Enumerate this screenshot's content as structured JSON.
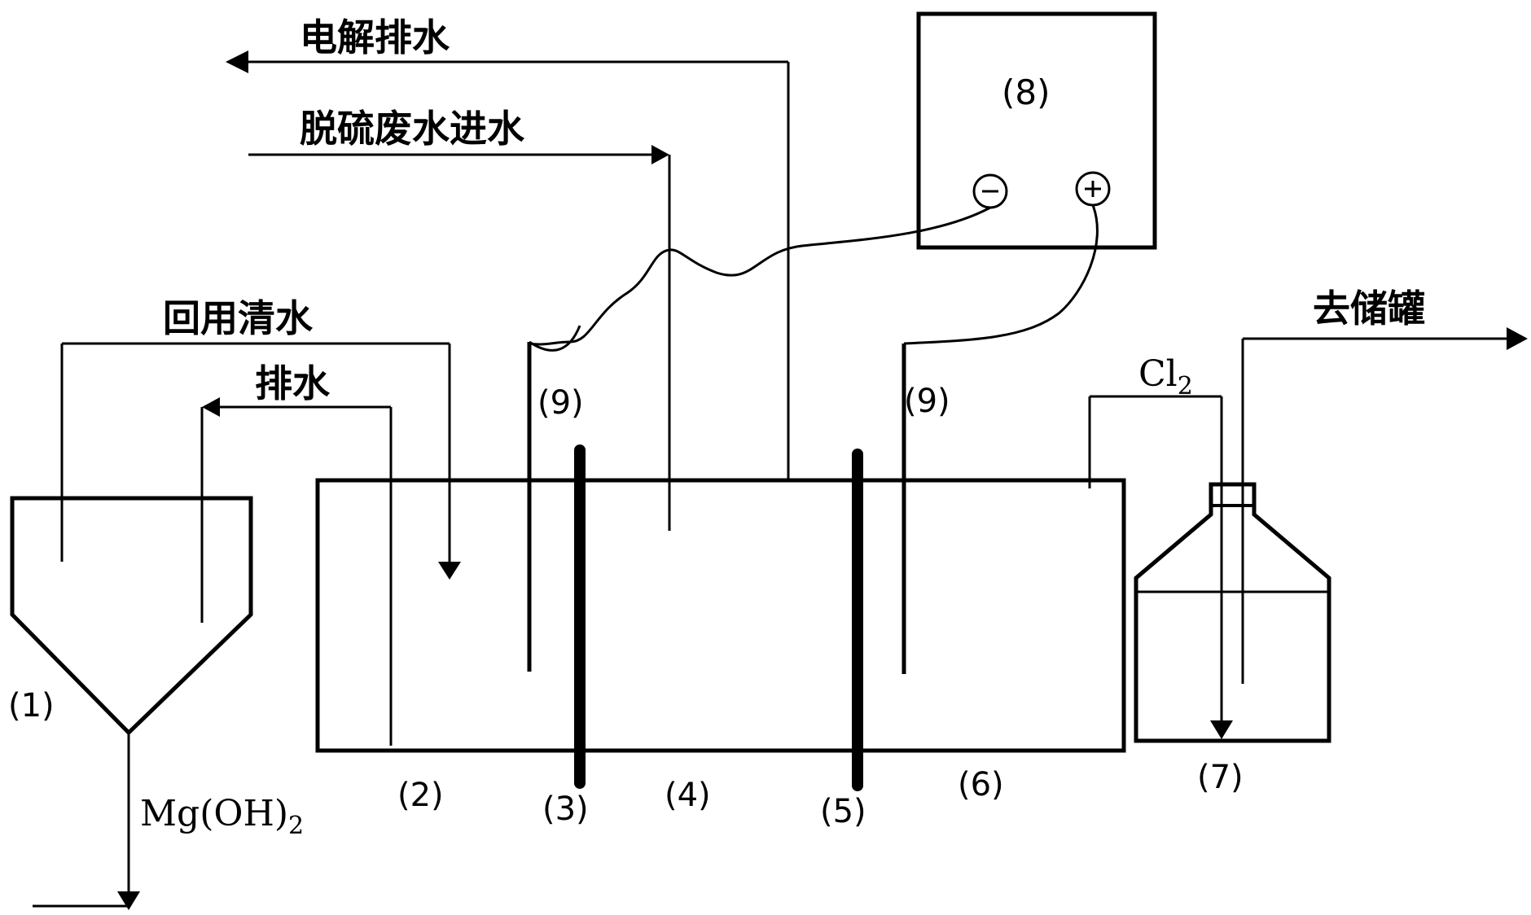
{
  "labels": {
    "electrolysis_drain": "电解排水",
    "wastewater_inlet": "脱硫废水进水",
    "reuse_water": "回用清水",
    "drain": "排水",
    "to_storage": "去储罐",
    "cl2_main": "Cl",
    "cl2_sub": "2",
    "mgoh2_main": "Mg(OH)",
    "mgoh2_sub": "2"
  },
  "components": {
    "c1": "(1)",
    "c2": "(2)",
    "c3": "(3)",
    "c4": "(4)",
    "c5": "(5)",
    "c6": "(6)",
    "c7": "(7)",
    "c8": "(8)",
    "c9_left": "(9)",
    "c9_right": "(9)"
  },
  "terminals": {
    "negative": "−",
    "positive": "+"
  }
}
